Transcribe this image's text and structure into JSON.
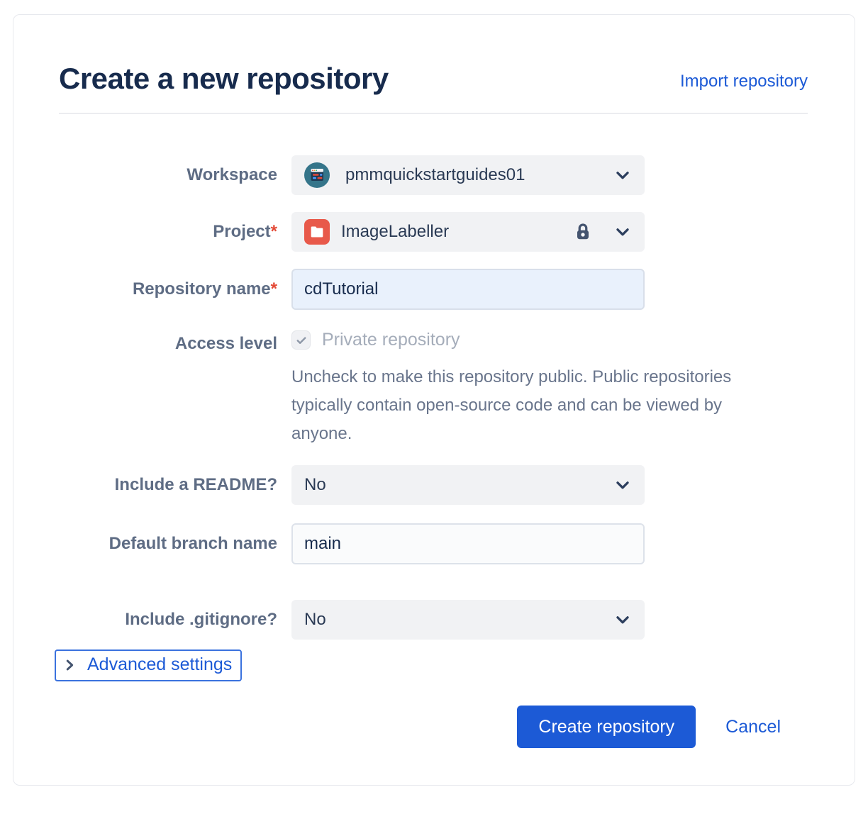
{
  "dialog": {
    "title": "Create a new repository",
    "import_link": "Import repository",
    "fields": {
      "workspace": {
        "label": "Workspace",
        "value": "pmmquickstartguides01"
      },
      "project": {
        "label": "Project",
        "required_mark": "*",
        "value": "ImageLabeller"
      },
      "repository_name": {
        "label": "Repository name",
        "required_mark": "*",
        "value": "cdTutorial"
      },
      "access_level": {
        "label": "Access level",
        "checkbox_label": "Private repository",
        "checkbox_checked": true,
        "checkbox_disabled": true,
        "helper_text": "Uncheck to make this repository public. Public repositories typically contain open-source code and can be viewed by anyone."
      },
      "include_readme": {
        "label": "Include a README?",
        "value": "No"
      },
      "default_branch": {
        "label": "Default branch name",
        "value": "main"
      },
      "include_gitignore": {
        "label": "Include .gitignore?",
        "value": "No"
      }
    },
    "advanced_settings_label": "Advanced settings",
    "buttons": {
      "create": "Create repository",
      "cancel": "Cancel"
    }
  },
  "icons": {
    "workspace_avatar": "workspace-avatar",
    "project": "project-folder-icon",
    "lock": "lock-icon",
    "chevron_down": "chevron-down-icon",
    "chevron_right": "chevron-right-icon",
    "checkmark": "check-icon"
  },
  "colors": {
    "accent_blue": "#1C5AD6",
    "title_navy": "#172B4D",
    "label_gray": "#5E6C84",
    "field_gray_bg": "#F1F2F4",
    "required_red": "#E34935",
    "project_icon_red": "#E8594A",
    "avatar_teal": "#35758A",
    "disabled_text": "#A5ADBA",
    "focus_outline": "#3B72DE"
  }
}
